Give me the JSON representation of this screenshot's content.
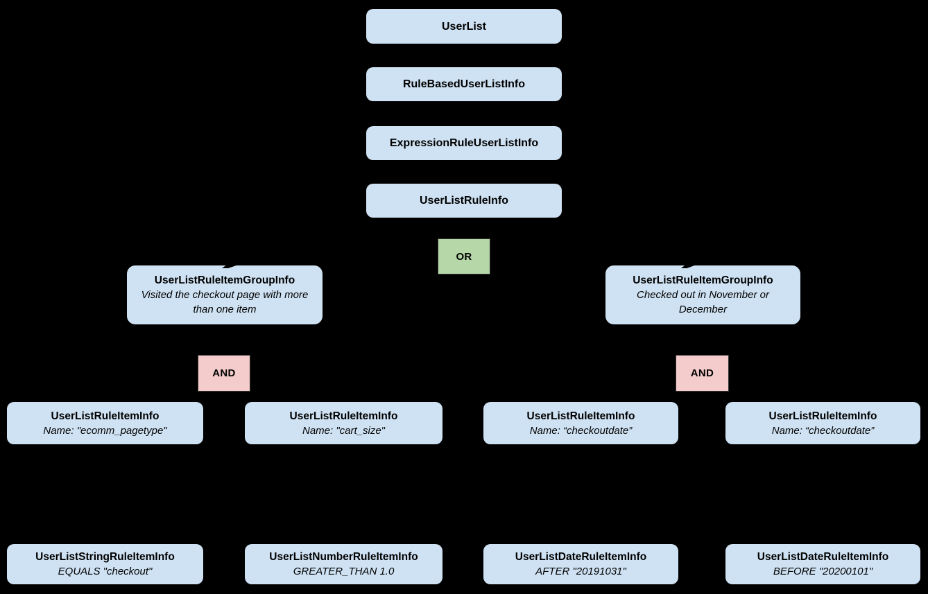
{
  "diagram": {
    "background": "#000000",
    "colors": {
      "node_fill": "#cfe2f3",
      "or_fill": "#b6d7a8",
      "and_fill": "#f4cccc",
      "text": "#000000"
    },
    "chain": [
      {
        "label": "UserList"
      },
      {
        "label": "RuleBasedUserListInfo"
      },
      {
        "label": "ExpressionRuleUserListInfo"
      },
      {
        "label": "UserListRuleInfo"
      }
    ],
    "or_operator": {
      "label": "OR"
    },
    "groups": [
      {
        "title": "UserListRuleItemGroupInfo",
        "subtitle": "Visited the checkout page with more than one item",
        "operator": "AND"
      },
      {
        "title": "UserListRuleItemGroupInfo",
        "subtitle": "Checked out in November or December",
        "operator": "AND"
      }
    ],
    "rule_items": [
      {
        "title": "UserListRuleItemInfo",
        "subtitle": "Name: \"ecomm_pagetype\""
      },
      {
        "title": "UserListRuleItemInfo",
        "subtitle": "Name: \"cart_size\""
      },
      {
        "title": "UserListRuleItemInfo",
        "subtitle": "Name: “checkoutdate”"
      },
      {
        "title": "UserListRuleItemInfo",
        "subtitle": "Name: “checkoutdate”"
      }
    ],
    "operands": [
      {
        "title": "UserListStringRuleItemInfo",
        "subtitle": "EQUALS \"checkout\""
      },
      {
        "title": "UserListNumberRuleItemInfo",
        "subtitle": "GREATER_THAN 1.0"
      },
      {
        "title": "UserListDateRuleItemInfo",
        "subtitle": "AFTER \"20191031\""
      },
      {
        "title": "UserListDateRuleItemInfo",
        "subtitle": "BEFORE \"20200101\""
      }
    ]
  }
}
